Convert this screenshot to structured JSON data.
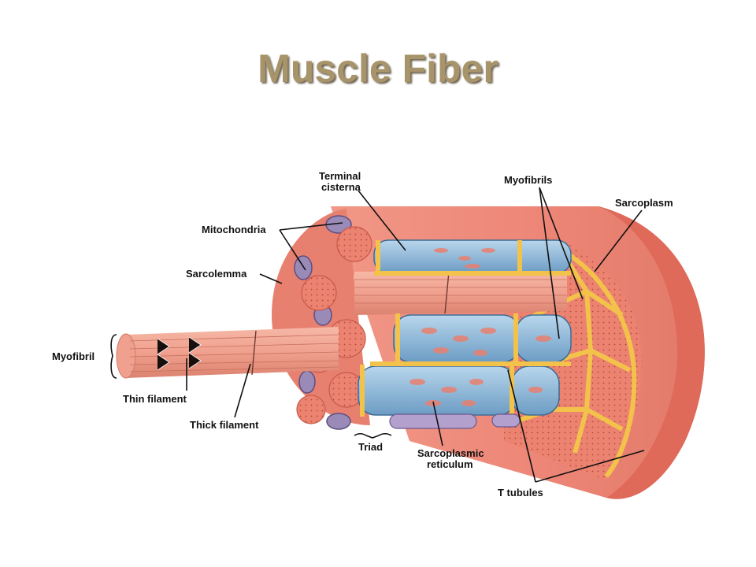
{
  "title": "Muscle Fiber",
  "labels": {
    "terminal_cisterna": [
      "Terminal",
      "cisterna"
    ],
    "myofibrils": "Myofibrils",
    "sarcoplasm": "Sarcoplasm",
    "mitochondria": "Mitochondria",
    "sarcolemma": "Sarcolemma",
    "myofibril": "Myofibril",
    "thin_filament": "Thin filament",
    "thick_filament": "Thick filament",
    "triad": "Triad",
    "sarcoplasmic_reticulum": [
      "Sarcoplasmic",
      "reticulum"
    ],
    "t_tubules": "T tubules"
  },
  "colors": {
    "title": "#a8946a",
    "muscle": "#e8786a",
    "muscle_dark": "#c85a4c",
    "reticulum": "#8ab8d8",
    "tubule": "#f2c24a",
    "mitochondria": "#9a8ab8"
  }
}
